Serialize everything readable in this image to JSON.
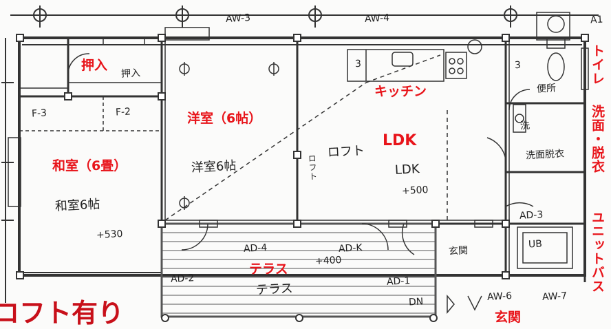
{
  "red_labels": {
    "oshiire": "押入",
    "yoshitsu": "洋室（6帖）",
    "washitsu": "和室（6畳）",
    "kitchen": "キッチン",
    "ldk": "LDK",
    "terrace": "テラス",
    "genkan": "玄関",
    "toilet": "トイレ",
    "senmen": "洗面・脱衣",
    "unitbath": "ユニットバス",
    "loft_note": "ロフト有り"
  },
  "handwritten": {
    "aw3": "AW-3",
    "aw4": "AW-4",
    "a1": "A1",
    "kitchen_sink": "3",
    "washroom_num": "3",
    "oshiire_hw": "押入",
    "benjo": "便所",
    "fw3": "F-3",
    "f2": "F-2",
    "sen": "洗",
    "yoshitsu_hw": "洋室6帖",
    "loft_vert": "ロフト",
    "loft_hw": "ロフト",
    "ldk_hw": "LDK",
    "senmen_hw": "洗面脱衣",
    "washitsu_hw": "和室6帖",
    "plus500": "+500",
    "ad3": "AD-3",
    "plus530": "+530",
    "ub": "UB",
    "ad4": "AD-4",
    "ad_k": "AD-K",
    "genkan_hw": "玄関",
    "plus400": "+400",
    "ad2": "AD-2",
    "terrace_hw": "テラス",
    "ad1": "AD-1",
    "aw6": "AW-6",
    "aw7": "AW-7",
    "dn": "DN"
  }
}
